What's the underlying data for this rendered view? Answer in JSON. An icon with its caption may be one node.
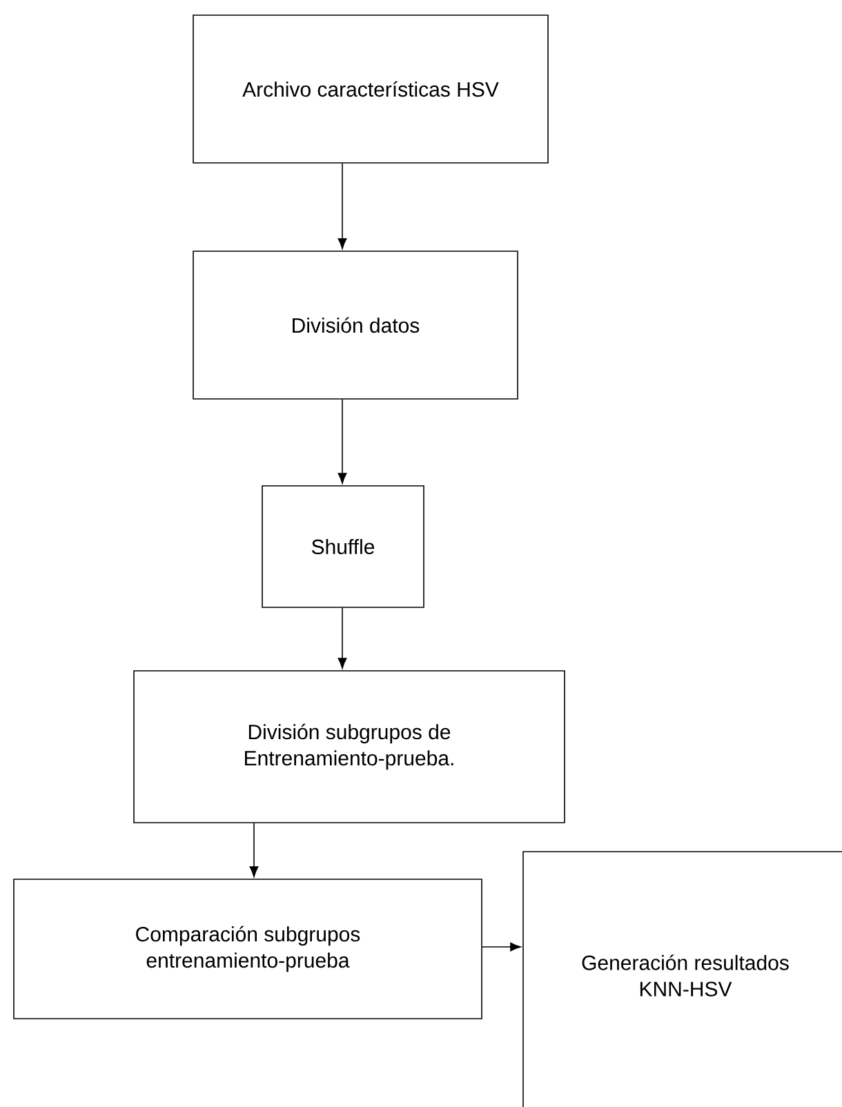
{
  "diagram": {
    "nodes": [
      {
        "text": [
          "Archivo características HSV"
        ]
      },
      {
        "text": [
          "División datos"
        ]
      },
      {
        "text": [
          "Shuffle"
        ]
      },
      {
        "text": [
          "División subgrupos de Entrenamiento-prueba."
        ]
      },
      {
        "text": [
          "Comparación subgrupos entrenamiento-prueba"
        ]
      },
      {
        "text": [
          "Generación resultados KNN-HSV"
        ]
      }
    ],
    "edges": [
      {
        "from": 0,
        "to": 1,
        "arrow": "to"
      },
      {
        "from": 1,
        "to": 2,
        "arrow": "to"
      },
      {
        "from": 2,
        "to": 3,
        "arrow": "to"
      },
      {
        "from": 3,
        "to": 4,
        "arrow": "to"
      },
      {
        "from": 4,
        "to": 5,
        "arrow": "to"
      }
    ]
  }
}
